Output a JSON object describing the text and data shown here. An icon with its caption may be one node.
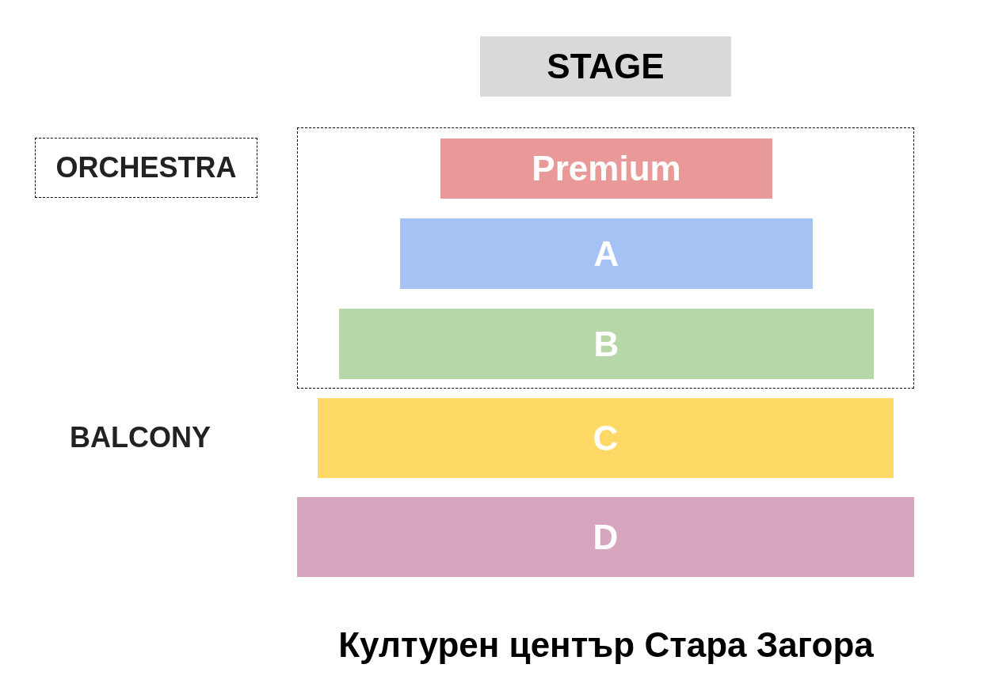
{
  "diagram": {
    "caption": "Културен център Стара Загора",
    "nodes": [
      {
        "text": [
          "STAGE"
        ]
      },
      {
        "text": [
          "ORCHESTRA"
        ]
      },
      {
        "text": [],
        "shape": "box"
      },
      {
        "text": [
          "Premium"
        ],
        "in": 2
      },
      {
        "text": [
          "A"
        ],
        "in": 2
      },
      {
        "text": [
          "B"
        ],
        "in": 2
      },
      {
        "text": [
          "C"
        ]
      },
      {
        "text": [
          "D"
        ]
      }
    ],
    "labels": [
      "BALCONY"
    ]
  }
}
